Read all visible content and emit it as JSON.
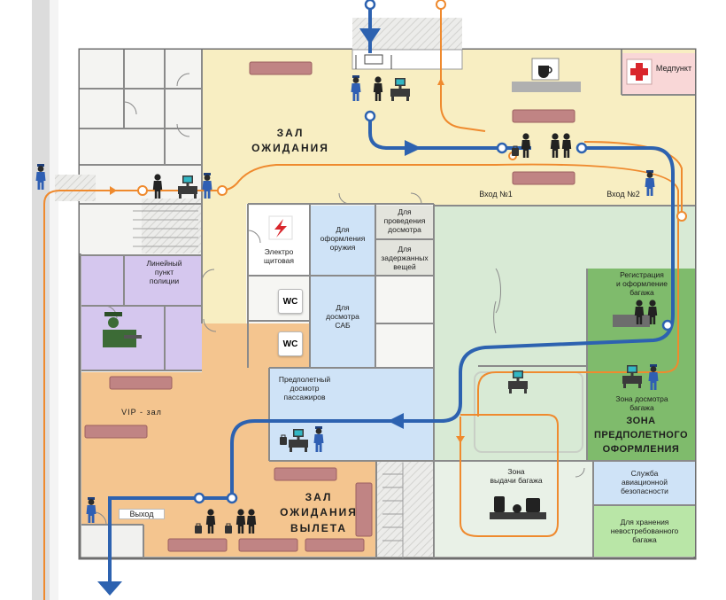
{
  "zones": {
    "waiting_hall": "ЗАЛ\nОЖИДАНИЯ",
    "departure_waiting_hall": "ЗАЛ\nОЖИДАНИЯ\nВЫЛЕТА",
    "preflight_zone": "ЗОНА\nПРЕДПОЛЕТНОГО\nОФОРМЛЕНИЯ"
  },
  "rooms": {
    "medical": "Медпункт",
    "electrical": "Электро\nщитовая",
    "weapons": "Для\nоформления\nоружия",
    "inspection": "Для\nпроведения\nдосмотра",
    "detained": "Для\nзадержанных\nвещей",
    "police": "Линейный\nпункт\nполиции",
    "sab": "Для\nдосмотра\nСАБ",
    "vip": "VIP - зал",
    "preflight_check": "Предполетный\nдосмотр\nпассажиров",
    "baggage_claim": "Зона\nвыдачи багажа",
    "registration": "Регистрация\nи оформление\nбагажа",
    "baggage_screening": "Зона досмотра\nбагажа",
    "security_service": "Служба\nавиационной\nбезопасности",
    "unclaimed": "Для хранения\nневостребованного\nбагажа",
    "wc1": "WC",
    "wc2": "WC"
  },
  "entrances": {
    "entrance1": "Вход №1",
    "entrance2": "Вход №2",
    "exit": "Выход"
  },
  "colors": {
    "waiting_yellow": "#f8eec2",
    "departure_orange": "#f4c58f",
    "room_blue": "#cfe3f7",
    "police_purple": "#d5c7ee",
    "zone_green": "#d8ead5",
    "registration_green": "#7fbb6c",
    "light_green": "#b9e6a7",
    "grey_room": "#e3e4dd",
    "route_blue": "#2d62b0",
    "route_orange": "#ef8a2e",
    "seat_brick": "#c08484"
  },
  "icons": [
    "coffee-cup-icon",
    "red-cross-icon",
    "lightning-icon",
    "person-icon",
    "scanner-icon",
    "suitcase-icon",
    "police-officer-icon"
  ]
}
